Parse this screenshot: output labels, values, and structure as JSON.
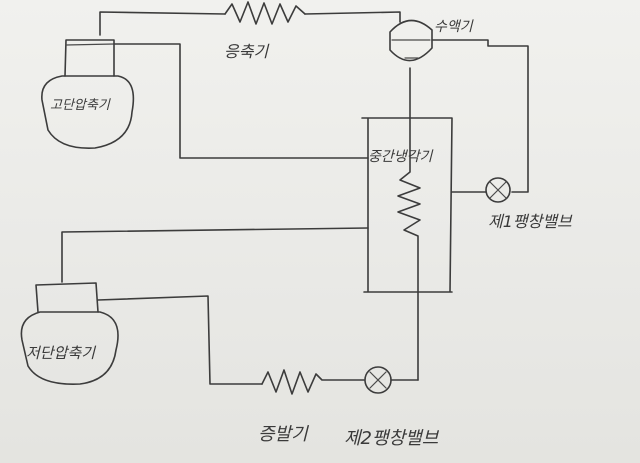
{
  "diagram": {
    "labels": {
      "condenser_top": "응축기",
      "receiver": "수액기",
      "high_compressor": "고단압축기",
      "intercooler": "중간냉각기",
      "first_expansion_valve": "제1팽창밸브",
      "low_compressor": "저단압축기",
      "evaporator": "증발기",
      "second_expansion_valve": "제2팽창밸브"
    },
    "ink_color": "#3c3c3c",
    "paper_color": "#ecece9"
  }
}
